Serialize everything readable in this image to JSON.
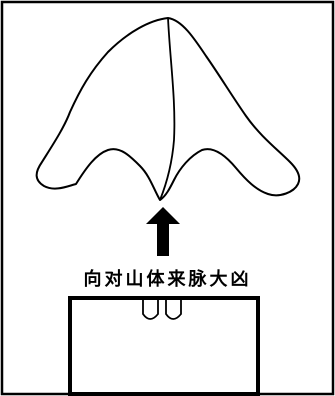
{
  "caption": "向对山体来脉大凶",
  "colors": {
    "ink": "#000000",
    "paper": "#ffffff"
  },
  "elements": {
    "mountain": "mountain-outline",
    "arrow": "up-arrow",
    "house": "house-plan",
    "door": "house-door"
  }
}
